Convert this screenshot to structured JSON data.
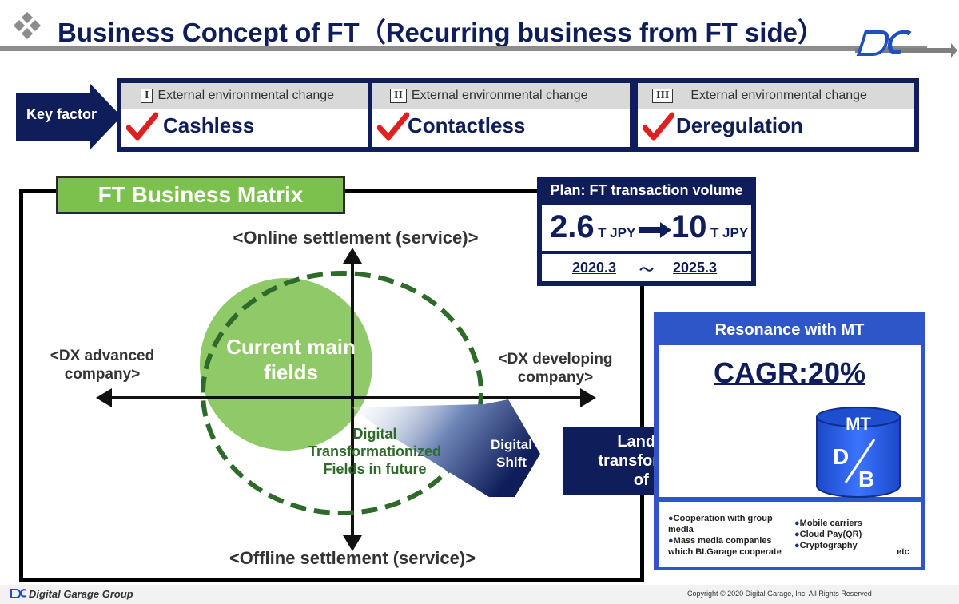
{
  "header": {
    "title": "Business Concept of FT（Recurring business from FT side）"
  },
  "key_factor": {
    "label": "Key factor",
    "items": [
      {
        "roman": "I",
        "heading": "External environmental change",
        "value": "Cashless"
      },
      {
        "roman": "II",
        "heading": "External environmental change",
        "value": "Contactless"
      },
      {
        "roman": "III",
        "heading": "External environmental change",
        "value": "Deregulation"
      }
    ]
  },
  "matrix": {
    "title": "FT Business Matrix",
    "top_label": "<Online settlement (service)>",
    "bottom_label": "<Offline settlement (service)>",
    "left_label_1": "<DX advanced",
    "left_label_2": "company>",
    "right_label_1": "<DX developing",
    "right_label_2": "company>",
    "current_1": "Current main",
    "current_2": "fields",
    "future_1": "Digital",
    "future_2": "Transformationized",
    "future_3": "Fields in future",
    "shift_1": "Digital",
    "shift_2": "Shift"
  },
  "plan": {
    "title": "Plan: FT transaction volume",
    "from_value": "2.6",
    "from_unit": "T JPY",
    "to_value": "10",
    "to_unit": "T JPY",
    "start_date": "2020.3",
    "tilde": "～",
    "end_date": "2025.3"
  },
  "landslide": {
    "line1": "Landslide",
    "line2": "transformation",
    "line3": "of DX"
  },
  "resonance": {
    "title": "Resonance with MT",
    "cagr": "CAGR:20%",
    "db_top": "MT",
    "db_d": "D",
    "db_b": "B",
    "bullets_left": [
      "Cooperation with group media",
      "Mass media companies which BI.Garage cooperate"
    ],
    "bullets_right": [
      "Mobile carriers",
      "Cloud Pay(QR)",
      "Cryptography"
    ],
    "etc": "etc"
  },
  "footer": {
    "brand": "Digital Garage Group",
    "copyright": "Copyright © 2020 Digital Garage, Inc. All Rights Reserved"
  },
  "colors": {
    "navy": "#0f1e5a",
    "green": "#7cc04e",
    "dark_green": "#2e6a2a",
    "blue": "#2f56c9",
    "check_red": "#e02020"
  }
}
